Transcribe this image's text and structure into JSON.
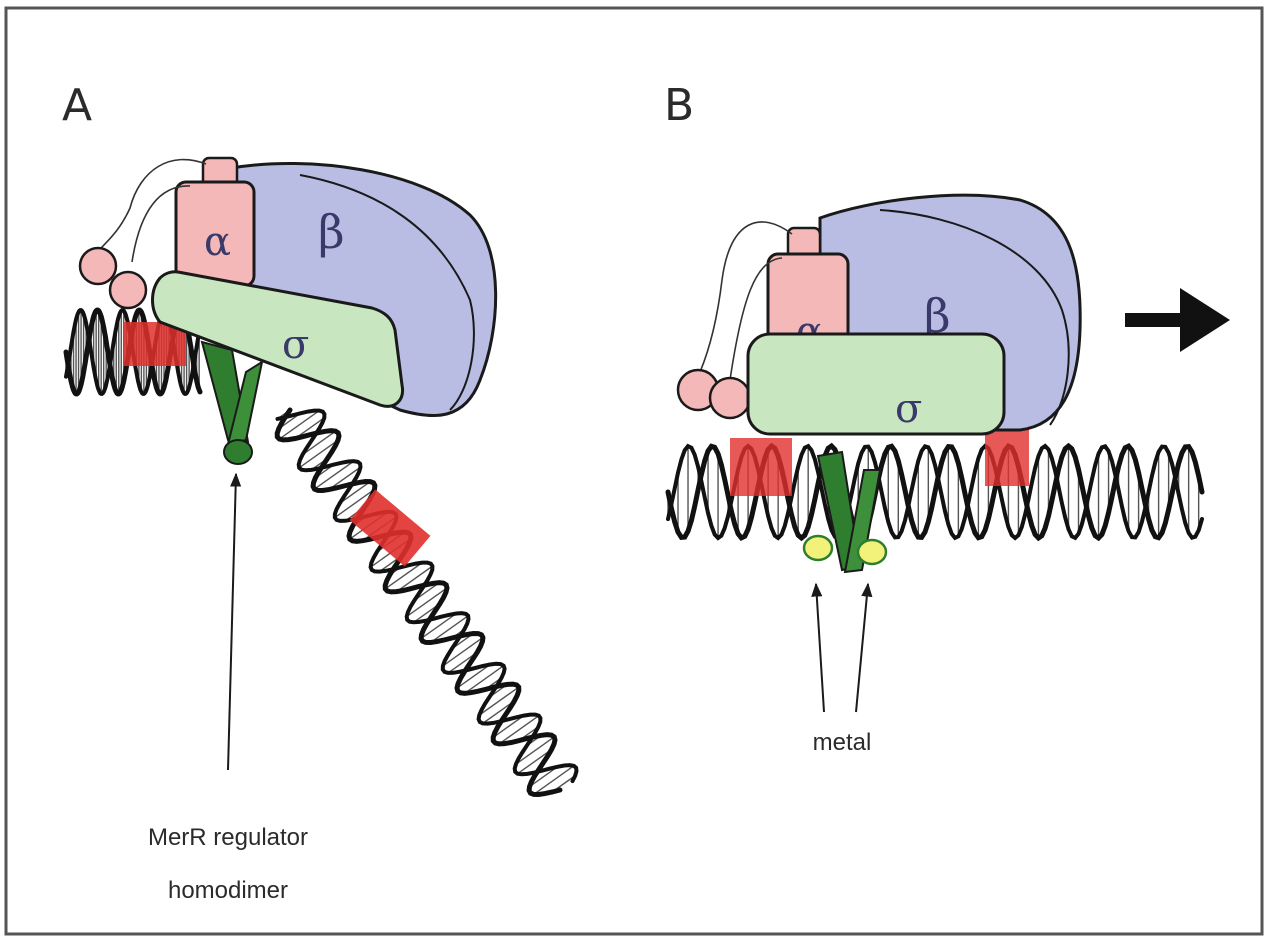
{
  "figure": {
    "panels": [
      {
        "letter": "A",
        "subunits": {
          "alpha": "α",
          "beta": "β",
          "sigma": "σ"
        },
        "annotation": {
          "line1": "MerR regulator",
          "line2": "homodimer"
        }
      },
      {
        "letter": "B",
        "subunits": {
          "alpha": "α",
          "beta": "β",
          "sigma": "σ"
        },
        "annotation": {
          "line1": "metal"
        }
      }
    ]
  },
  "colors": {
    "beta": "#b9bde3",
    "alpha": "#f4b8b8",
    "sigma": "#c8e6bf",
    "merr": "#2f7d2f",
    "dna_red": "#e0302c",
    "metal": "#f2f27a",
    "outline": "#1a1a1a"
  }
}
